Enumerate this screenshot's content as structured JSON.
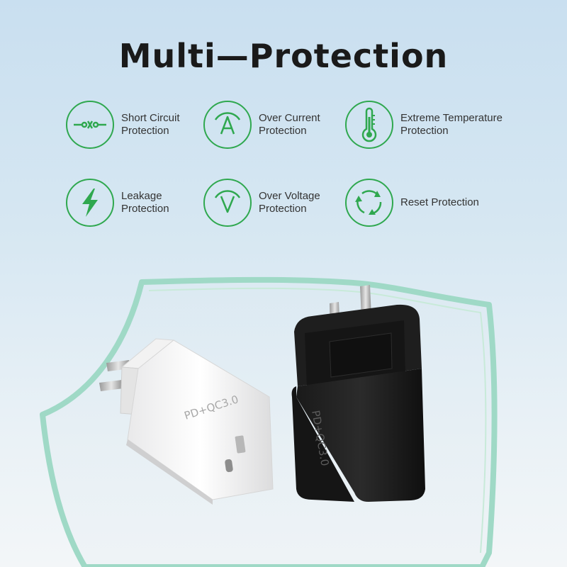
{
  "title": "Multi—Protection",
  "features": [
    {
      "icon": "short-circuit-icon",
      "label": "Short Circuit\nProtection"
    },
    {
      "icon": "over-current-icon",
      "label": "Over Current\nProtection"
    },
    {
      "icon": "thermometer-icon",
      "label": "Extreme Temperature\nProtection"
    },
    {
      "icon": "lightning-icon",
      "label": "Leakage\nProtection"
    },
    {
      "icon": "over-voltage-icon",
      "label": "Over Voltage\nProtection"
    },
    {
      "icon": "reset-arrows-icon",
      "label": "Reset Protection"
    }
  ],
  "products": {
    "white_charger_text": "PD+QC3.0",
    "black_charger_text": "PD+QC3.0"
  },
  "colors": {
    "accent": "#2fa84f",
    "shield": "#9fd9c6"
  }
}
